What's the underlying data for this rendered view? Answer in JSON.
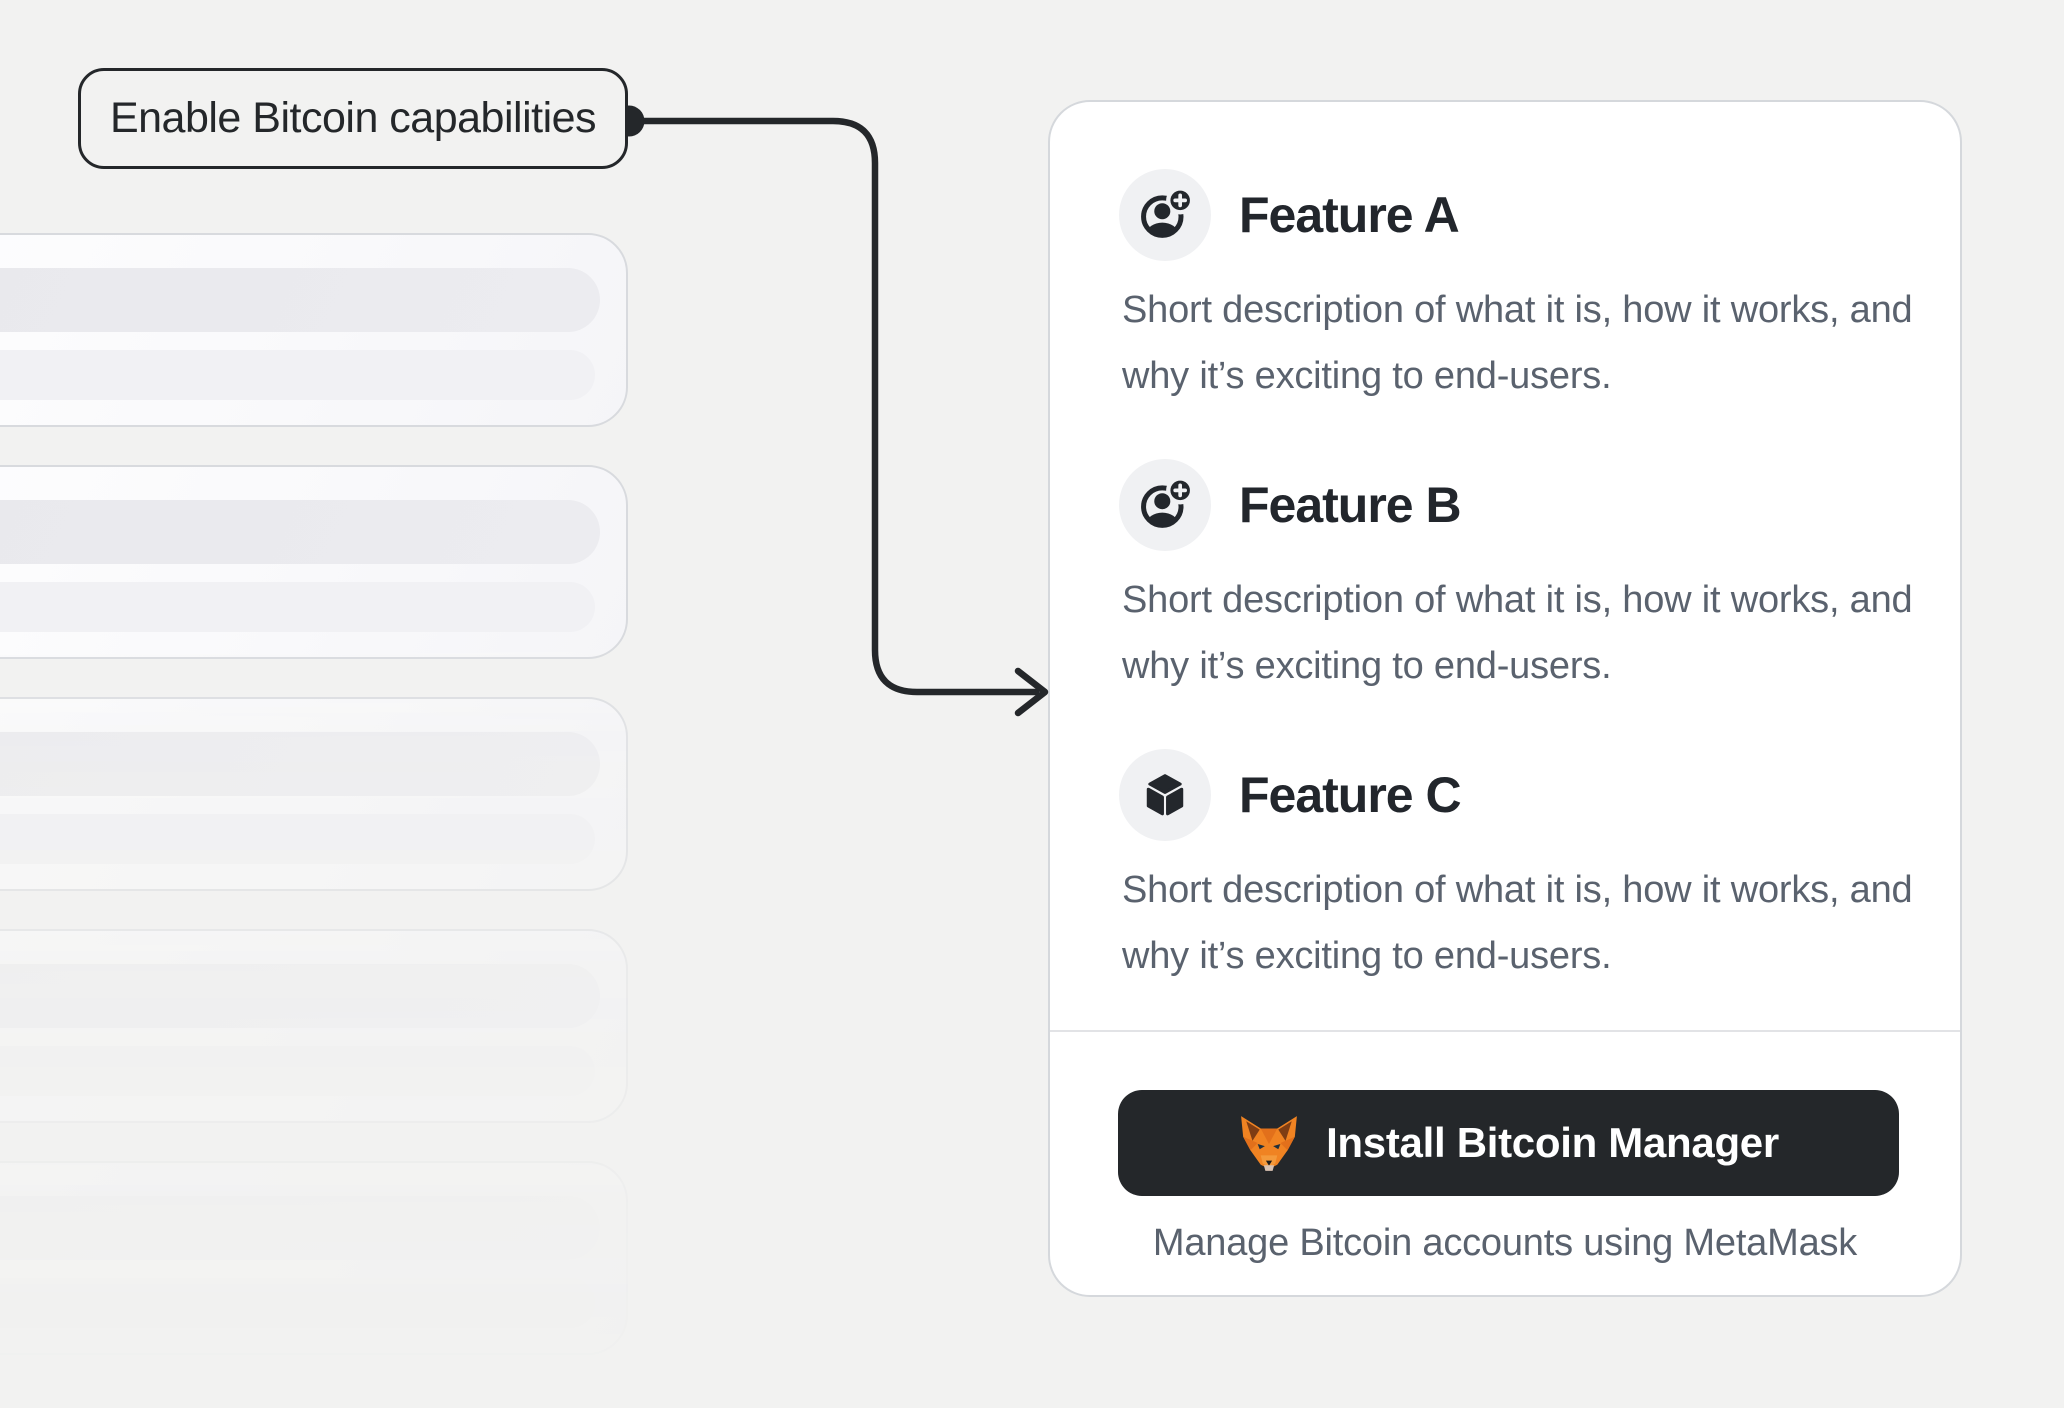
{
  "annotation": {
    "label": "Enable Bitcoin capabilities",
    "connector": "elbow-arrow-right"
  },
  "features": [
    {
      "title": "Feature A",
      "icon": "account-add-icon",
      "description": "Short description of what it is, how it works, and why it’s exciting to end-users."
    },
    {
      "title": "Feature B",
      "icon": "account-add-icon",
      "description": "Short description of what it is, how it works, and why it’s exciting to end-users."
    },
    {
      "title": "Feature C",
      "icon": "cube-icon",
      "description": "Short description of what it is, how it works, and why it’s exciting to end-users."
    }
  ],
  "footer": {
    "install_button_label": "Install Bitcoin Manager",
    "install_button_icon": "metamask-fox-icon",
    "caption": "Manage Bitcoin accounts using MetaMask"
  },
  "skeleton": {
    "placeholder_card_count": 5
  },
  "colors": {
    "page_background": "#f2f2f1",
    "card_background": "#ffffff",
    "card_border": "#d5d8dc",
    "text_primary": "#22262c",
    "text_secondary": "#5a626e",
    "annotation_ink": "#24272a",
    "button_background": "#24272a",
    "button_text": "#ffffff",
    "icon_circle_background": "#f0f1f3",
    "fox_orange": "#f08322"
  }
}
